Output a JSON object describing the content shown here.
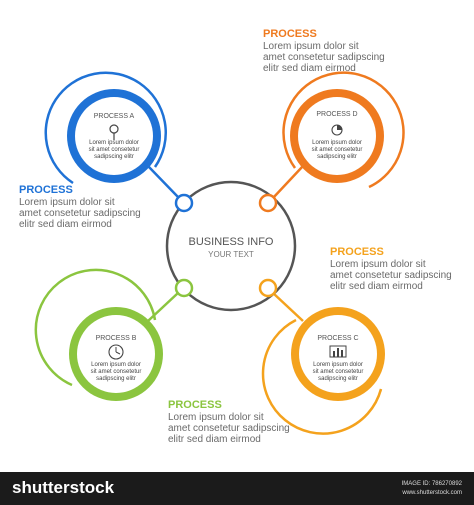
{
  "center": {
    "title": "BUSINESS INFO",
    "subtitle": "YOUR TEXT"
  },
  "colors": {
    "a": "#1f72d6",
    "b": "#8bc53f",
    "c": "#f4a21d",
    "d": "#ef7a1f",
    "hub": "#555555"
  },
  "nodes": {
    "a": {
      "label": "PROCESS A",
      "icon": "magnifier-icon",
      "text": [
        "Lorem ipsum dolor",
        "sit amet consetetur",
        "sadipscing elitr"
      ]
    },
    "b": {
      "label": "PROCESS B",
      "icon": "clock-icon",
      "text": [
        "Lorem ipsum dolor",
        "sit amet consetetur",
        "sadipscing elitr"
      ]
    },
    "c": {
      "label": "PROCESS C",
      "icon": "bar-chart-icon",
      "text": [
        "Lorem ipsum dolor",
        "sit amet consetetur",
        "sadipscing elitr"
      ]
    },
    "d": {
      "label": "PROCESS D",
      "icon": "pie-chart-icon",
      "text": [
        "Lorem ipsum dolor",
        "sit amet consetetur",
        "sadipscing elitr"
      ]
    }
  },
  "callouts": {
    "top": {
      "title": "PROCESS",
      "lines": [
        "Lorem ipsum dolor sit",
        "amet consetetur sadipscing",
        "elitr sed diam eirmod"
      ]
    },
    "left": {
      "title": "PROCESS",
      "lines": [
        "Lorem ipsum dolor sit",
        "amet consetetur sadipscing",
        "elitr sed diam eirmod"
      ]
    },
    "right": {
      "title": "PROCESS",
      "lines": [
        "Lorem ipsum dolor sit",
        "amet consetetur sadipscing",
        "elitr sed diam eirmod"
      ]
    },
    "bottom": {
      "title": "PROCESS",
      "lines": [
        "Lorem ipsum dolor sit",
        "amet consetetur sadipscing",
        "elitr sed diam eirmod"
      ]
    }
  },
  "footer": {
    "brand": "shutterstock",
    "image_id": "IMAGE ID: 786270892",
    "site": "www.shutterstock.com"
  }
}
